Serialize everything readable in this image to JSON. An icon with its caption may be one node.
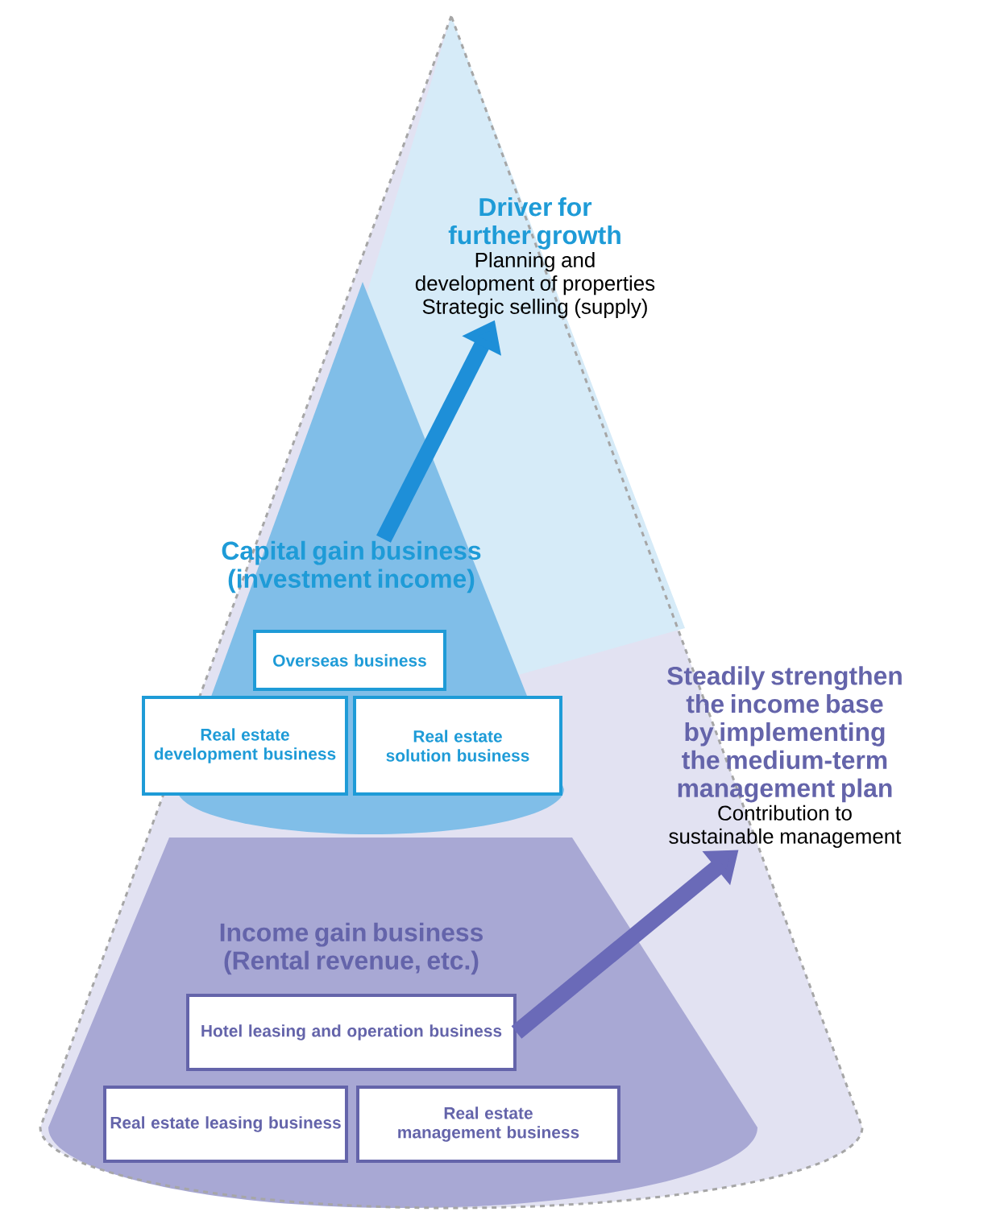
{
  "diagram": {
    "nodes": [
      {
        "text": [
          "Capital gain business (investment income)"
        ]
      },
      {
        "text": [
          "Overseas business"
        ]
      },
      {
        "text": [
          "Real estate development business"
        ]
      },
      {
        "text": [
          "Real estate solution business"
        ]
      },
      {
        "text": [
          "Income gain business (Rental revenue, etc.)"
        ]
      },
      {
        "text": [
          "Hotel leasing and operation business"
        ]
      },
      {
        "text": [
          "Real estate leasing business"
        ]
      },
      {
        "text": [
          "Real estate management business"
        ]
      },
      {
        "text": [
          "Driver for further growth",
          "Planning and development of properties",
          "Strategic selling (supply)"
        ]
      },
      {
        "text": [
          "Steadily strengthen the income base by implementing the medium-term management plan",
          "Contribution to sustainable management"
        ]
      }
    ],
    "edges": [
      {
        "from": 0,
        "to": 8,
        "arrow": "to",
        "color": "#1e8fd8"
      },
      {
        "from": 5,
        "to": 9,
        "arrow": "to",
        "color": "#6a6ab8"
      }
    ]
  }
}
